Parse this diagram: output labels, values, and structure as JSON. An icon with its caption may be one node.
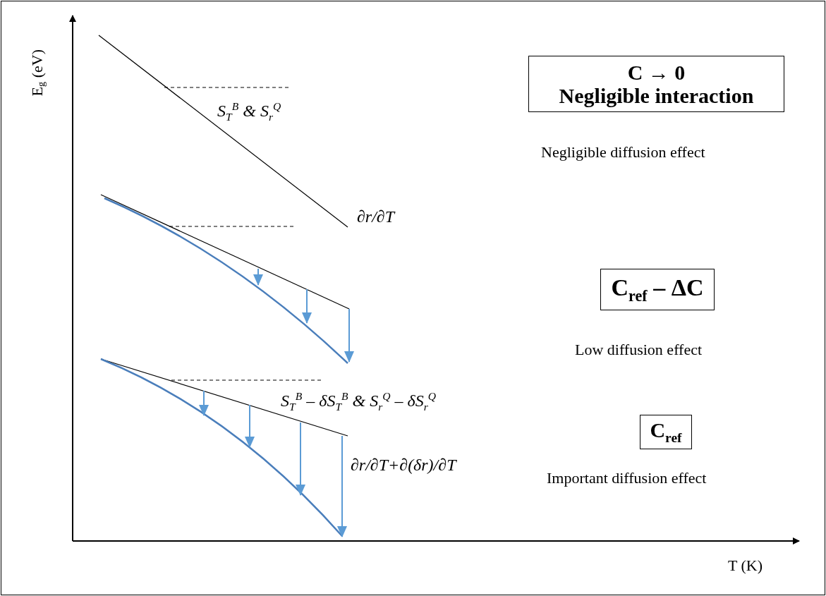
{
  "diagram": {
    "nodes": [
      {
        "text": [
          "C → 0",
          "Negligible interaction"
        ]
      },
      {
        "text": [
          "C$_{ref}$ – ΔC"
        ]
      },
      {
        "text": [
          "C$_{ref}$"
        ]
      }
    ],
    "labels": [
      "E$_{g}$ (eV)",
      "S$_{T}$$^{B}$  &  S$_{r}$$^{Q}$",
      "Negligible diffusion effect",
      "∂r/∂T",
      "Low diffusion effect",
      "S$_{T}$$^{B}$ – δS$_{T}$$^{B}$  &  S$_{r}$$^{Q}$ – δS$_{r}$$^{Q}$",
      "∂r/∂T+∂(δr)/∂T",
      "Important diffusion effect",
      "T (K)"
    ]
  }
}
